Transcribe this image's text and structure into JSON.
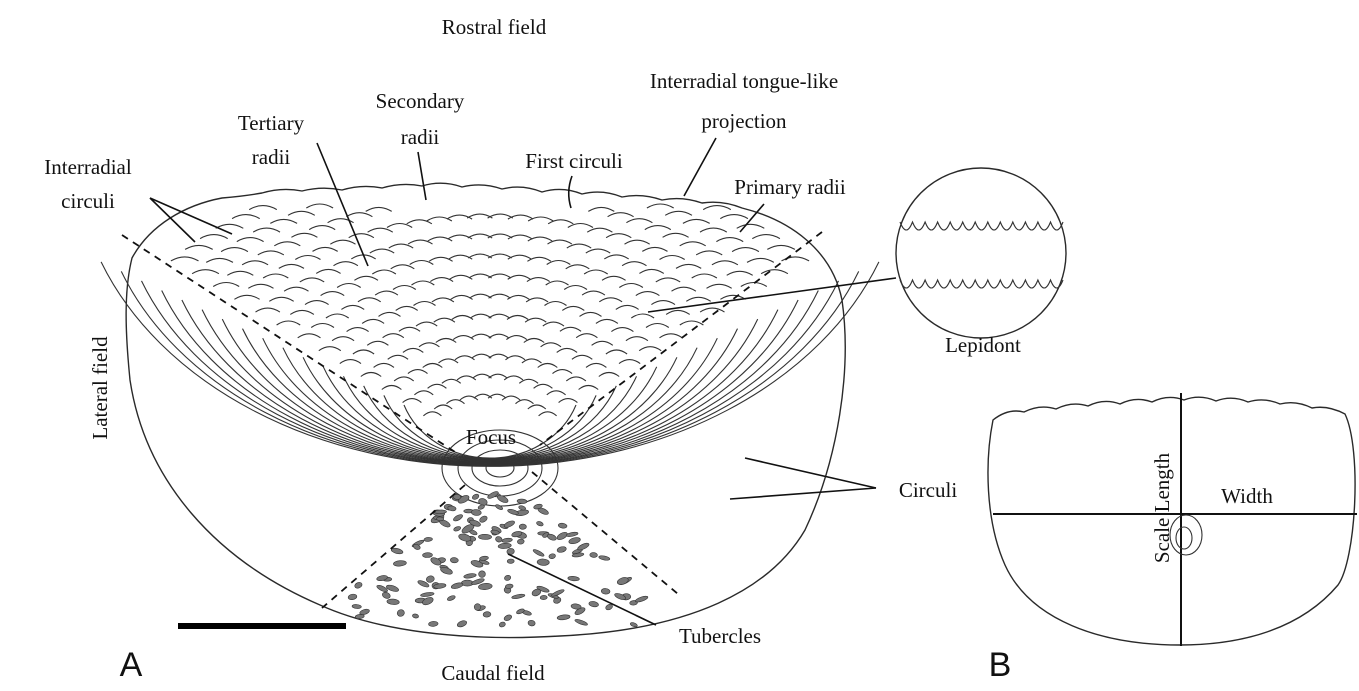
{
  "figure": {
    "panel_a_letter": "A",
    "panel_b_letter": "B",
    "labels": {
      "rostral_field": "Rostral field",
      "interradial_tongue_1": "Interradial tongue-like",
      "interradial_tongue_2": "projection",
      "secondary_radii_1": "Secondary",
      "secondary_radii_2": "radii",
      "tertiary_radii_1": "Tertiary",
      "tertiary_radii_2": "radii",
      "first_circuli": "First circuli",
      "interradial_circuli_1": "Interradial",
      "interradial_circuli_2": "circuli",
      "primary_radii": "Primary radii",
      "lepidont": "Lepidont",
      "lateral_field": "Lateral field",
      "focus": "Focus",
      "circuli": "Circuli",
      "tubercles": "Tubercles",
      "caudal_field": "Caudal field",
      "scale_length": "Scale Length",
      "width": "Width"
    }
  }
}
